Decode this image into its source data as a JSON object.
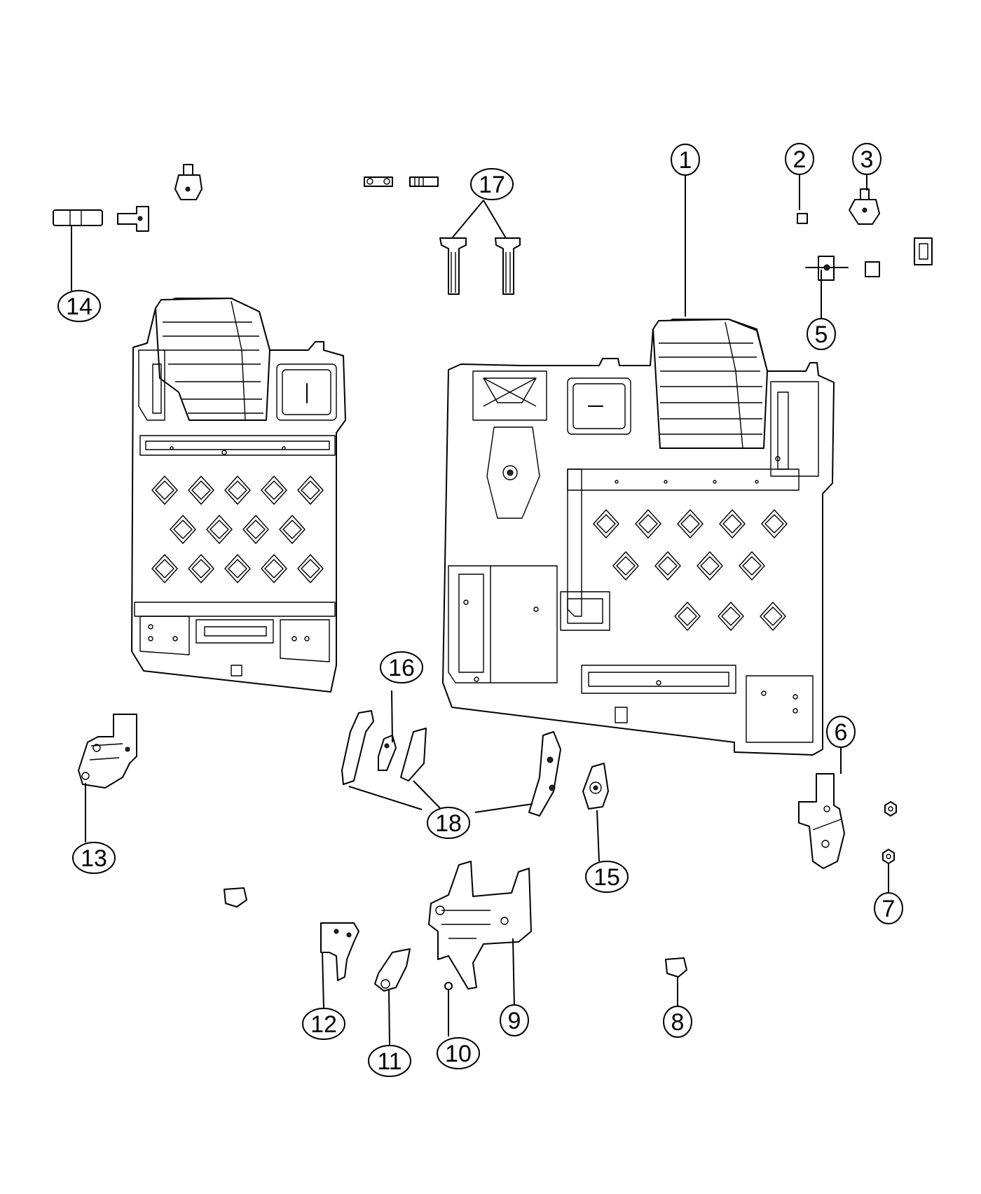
{
  "diagram": {
    "callouts": [
      {
        "id": "c1",
        "label": "1"
      },
      {
        "id": "c2",
        "label": "2"
      },
      {
        "id": "c3",
        "label": "3"
      },
      {
        "id": "c5",
        "label": "5"
      },
      {
        "id": "c6",
        "label": "6"
      },
      {
        "id": "c7",
        "label": "7"
      },
      {
        "id": "c8",
        "label": "8"
      },
      {
        "id": "c9",
        "label": "9"
      },
      {
        "id": "c10",
        "label": "10"
      },
      {
        "id": "c11",
        "label": "11"
      },
      {
        "id": "c12",
        "label": "12"
      },
      {
        "id": "c13",
        "label": "13"
      },
      {
        "id": "c14",
        "label": "14"
      },
      {
        "id": "c15",
        "label": "15"
      },
      {
        "id": "c16",
        "label": "16"
      },
      {
        "id": "c17",
        "label": "17"
      },
      {
        "id": "c18",
        "label": "18"
      }
    ]
  }
}
